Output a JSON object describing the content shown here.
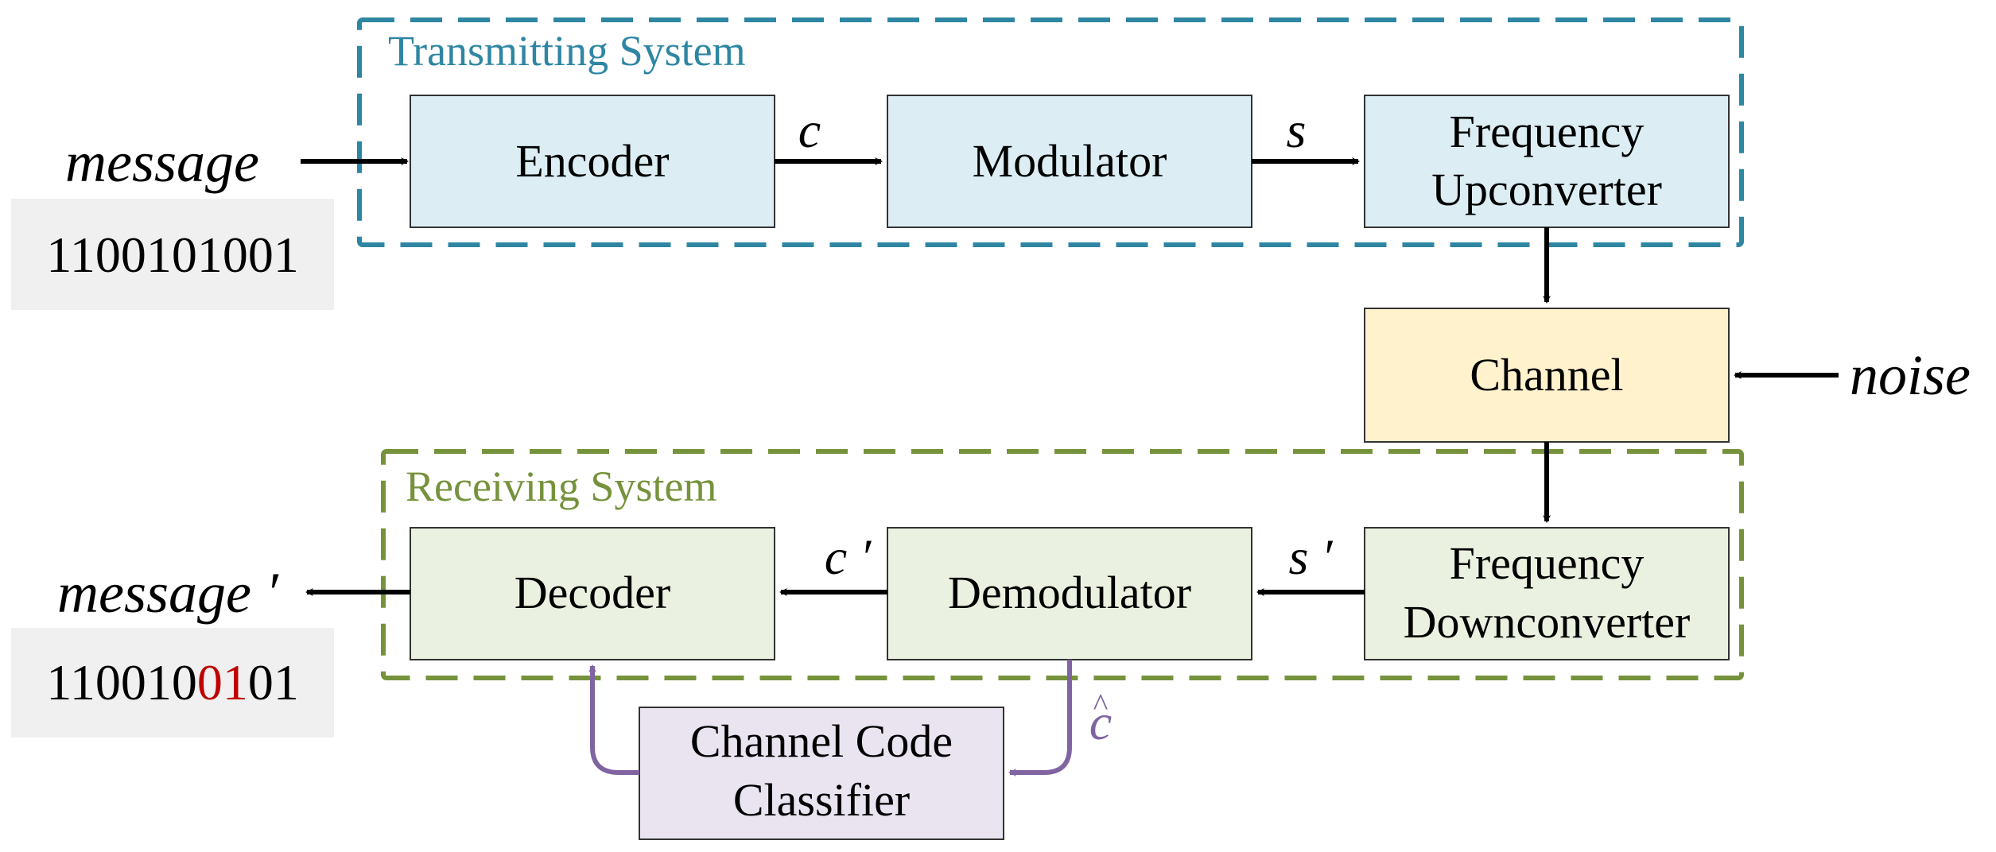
{
  "colors": {
    "tx_border": "#2E86A3",
    "tx_fill": "#DCEEF4",
    "rx_border": "#76923C",
    "rx_fill": "#EAF1E0",
    "channel_fill": "#FFF2CC",
    "classifier_fill": "#E9E4F0",
    "feedback_arrow": "#8064A2",
    "bits_bg": "#F0F0F0",
    "error_bits": "#C00000"
  },
  "transmitting_system": {
    "title": "Transmitting System",
    "encoder": "Encoder",
    "modulator": "Modulator",
    "upconverter_line1": "Frequency",
    "upconverter_line2": "Upconverter"
  },
  "channel": {
    "label": "Channel",
    "noise": "noise"
  },
  "receiving_system": {
    "title": "Receiving System",
    "decoder": "Decoder",
    "demodulator": "Demodulator",
    "downconverter_line1": "Frequency",
    "downconverter_line2": "Downconverter"
  },
  "classifier": {
    "line1": "Channel Code",
    "line2": "Classifier"
  },
  "signals": {
    "c": "c",
    "s": "s",
    "c_prime": "c ′",
    "s_prime": "s ′",
    "c_hat": "c",
    "hat": "^"
  },
  "input": {
    "label": "message",
    "bits": "1100101001"
  },
  "output": {
    "label": "message ′",
    "bits_a": "110010",
    "bits_err": "01",
    "bits_b": "01"
  }
}
